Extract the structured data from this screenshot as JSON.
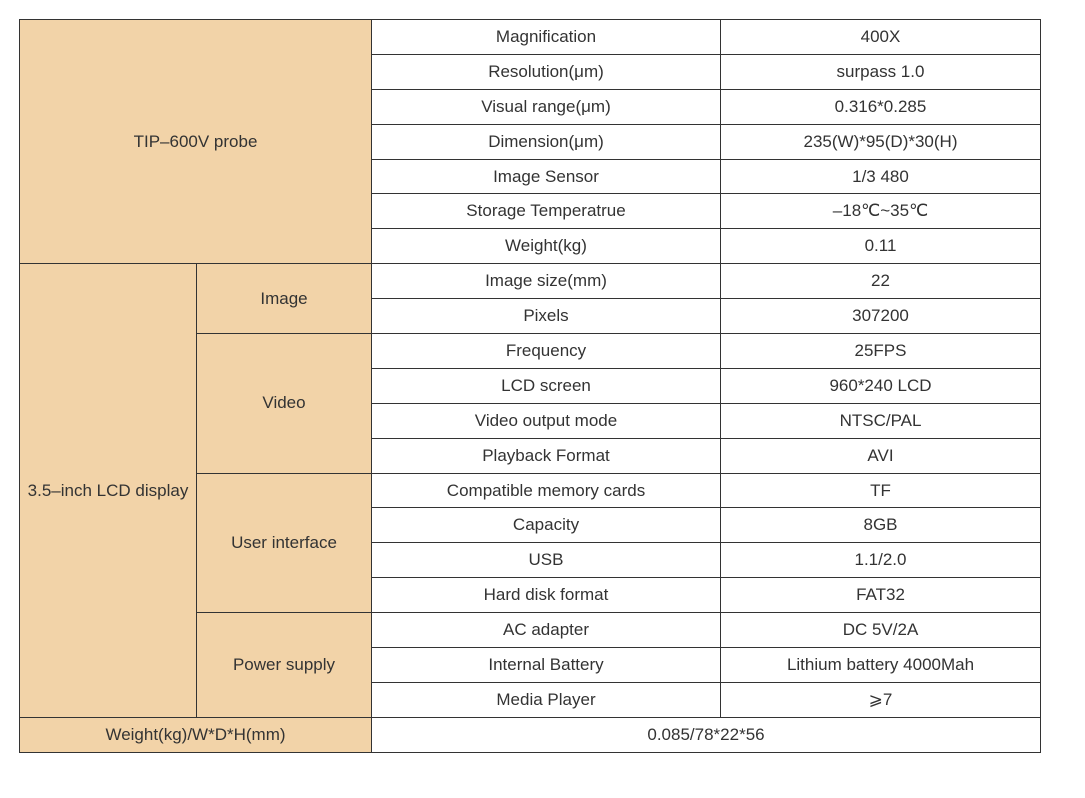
{
  "colors": {
    "header_fill": "#f2d3a8",
    "border": "#333333"
  },
  "probe": {
    "label": "TIP–600V probe",
    "rows": [
      {
        "name": "Magnification",
        "value": "400X"
      },
      {
        "name": "Resolution(μm)",
        "value": "surpass 1.0"
      },
      {
        "name": "Visual range(μm)",
        "value": "0.316*0.285"
      },
      {
        "name": "Dimension(μm)",
        "value": "235(W)*95(D)*30(H)"
      },
      {
        "name": "Image Sensor",
        "value": "1/3 480"
      },
      {
        "name": "Storage Temperatrue",
        "value": "–18℃~35℃"
      },
      {
        "name": "Weight(kg)",
        "value": "0.11"
      }
    ]
  },
  "display": {
    "label": "3.5–inch LCD display",
    "groups": [
      {
        "label": "Image",
        "rows": [
          {
            "name": "Image size(mm)",
            "value": "22"
          },
          {
            "name": "Pixels",
            "value": "307200"
          }
        ]
      },
      {
        "label": "Video",
        "rows": [
          {
            "name": "Frequency",
            "value": "25FPS"
          },
          {
            "name": "LCD screen",
            "value": "960*240 LCD"
          },
          {
            "name": "Video output mode",
            "value": "NTSC/PAL"
          },
          {
            "name": "Playback Format",
            "value": "AVI"
          }
        ]
      },
      {
        "label": "User interface",
        "rows": [
          {
            "name": "Compatible memory cards",
            "value": "TF"
          },
          {
            "name": "Capacity",
            "value": "8GB"
          },
          {
            "name": "USB",
            "value": "1.1/2.0"
          },
          {
            "name": "Hard disk format",
            "value": "FAT32"
          }
        ]
      },
      {
        "label": "Power supply",
        "rows": [
          {
            "name": "AC adapter",
            "value": "DC 5V/2A"
          },
          {
            "name": "Internal Battery",
            "value": "Lithium battery 4000Mah"
          },
          {
            "name": "Media Player",
            "value": "⩾7"
          }
        ]
      }
    ]
  },
  "footer": {
    "label": "Weight(kg)/W*D*H(mm)",
    "value": "0.085/78*22*56"
  }
}
